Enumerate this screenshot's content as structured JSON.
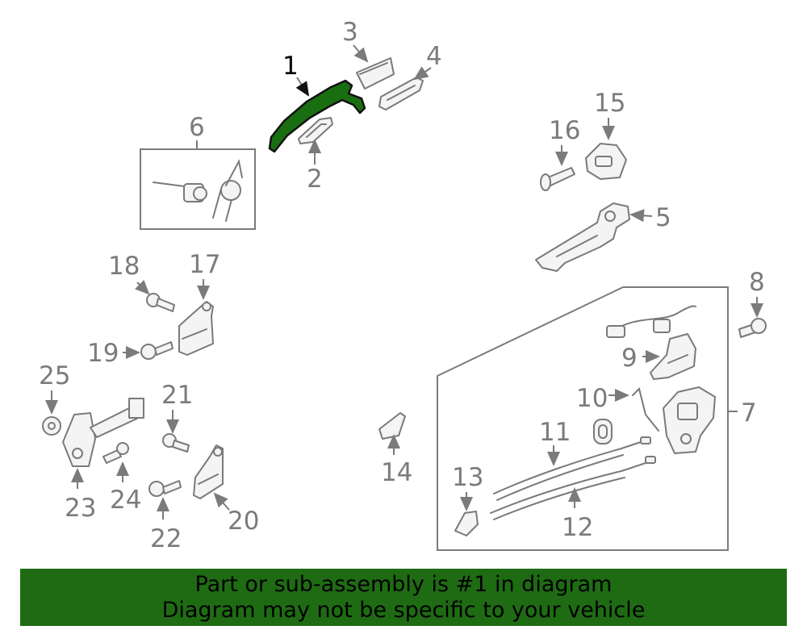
{
  "callouts": {
    "c1": "1",
    "c2": "2",
    "c3": "3",
    "c4": "4",
    "c5": "5",
    "c6": "6",
    "c7": "7",
    "c8": "8",
    "c9": "9",
    "c10": "10",
    "c11": "11",
    "c12": "12",
    "c13": "13",
    "c14": "14",
    "c15": "15",
    "c16": "16",
    "c17": "17",
    "c18": "18",
    "c19": "19",
    "c20": "20",
    "c21": "21",
    "c22": "22",
    "c23": "23",
    "c24": "24",
    "c25": "25"
  },
  "highlight": {
    "part": "1",
    "color": "#1a6e12"
  },
  "banner": {
    "line1": "Part or sub-assembly is #1 in diagram",
    "line2": "Diagram may not be specific to your vehicle",
    "background": "#1f6b14"
  }
}
